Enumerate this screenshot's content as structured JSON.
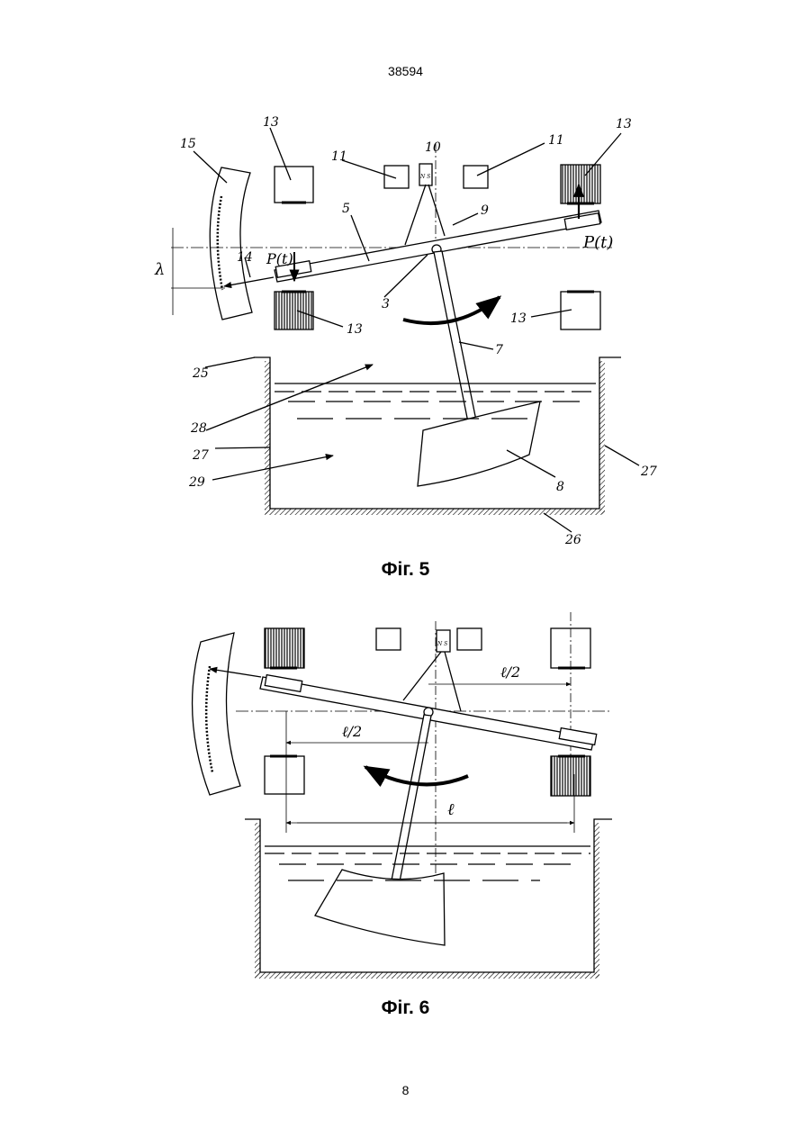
{
  "header": {
    "document_number": "38594"
  },
  "figure5": {
    "caption": "Фіг. 5",
    "labels": {
      "l15": "15",
      "l13a": "13",
      "l13b": "13",
      "l13c": "13",
      "l13d": "13",
      "l11a": "11",
      "l11b": "11",
      "l10": "10",
      "l9": "9",
      "l5": "5",
      "l14": "14",
      "l3": "3",
      "l7": "7",
      "l25": "25",
      "l28": "28",
      "l27a": "27",
      "l27b": "27",
      "l29": "29",
      "l8": "8",
      "l26": "26",
      "force_left": "P(t)",
      "force_right": "P(t)",
      "lambda": "λ",
      "magnet": "N S"
    }
  },
  "figure6": {
    "caption": "Фіг. 6",
    "labels": {
      "half_top": "ℓ/2",
      "half_mid": "ℓ/2",
      "full": "ℓ",
      "magnet": "N S"
    }
  },
  "footer": {
    "page_number": "8"
  }
}
